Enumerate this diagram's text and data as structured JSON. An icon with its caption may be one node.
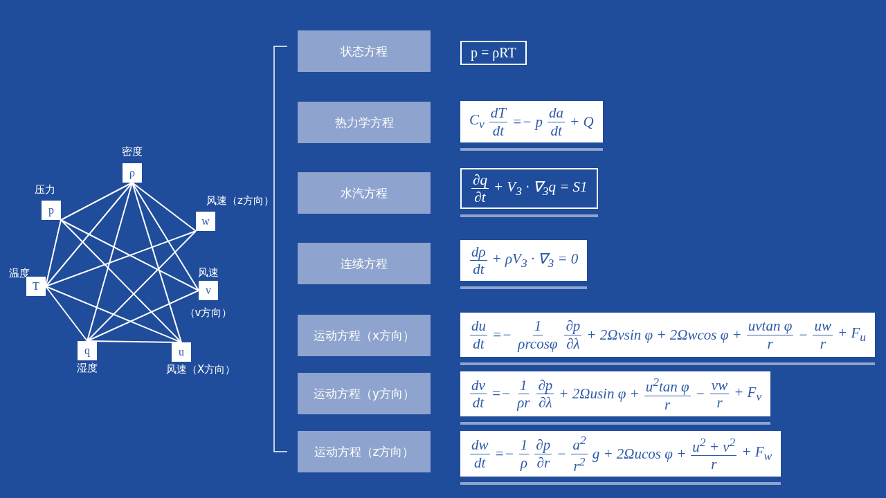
{
  "diagram": {
    "nodes": [
      {
        "text": [
          "状态方程"
        ]
      },
      {
        "text": [
          "热力学方程"
        ]
      },
      {
        "text": [
          "水汽方程"
        ]
      },
      {
        "text": [
          "连续方程"
        ]
      },
      {
        "text": [
          "运动方程（x方向）"
        ]
      },
      {
        "text": [
          "运动方程（y方向）"
        ]
      },
      {
        "text": [
          "运动方程（z方向）"
        ]
      },
      {
        "text": [
          "p = ρRT"
        ]
      },
      {
        "text": [
          "C$_{v}$",
          "dT",
          "dt",
          "=− p",
          "da",
          "dt",
          "+ Q"
        ]
      },
      {
        "text": [
          "∂q",
          "∂t",
          "+ V$_{3}$ · ∇$_{3}$q = S1"
        ]
      },
      {
        "text": [
          "dρ",
          "dt",
          "+ ρV$_{3}$ · ∇$_{3}$ = 0"
        ]
      },
      {
        "text": [
          "du",
          "dt",
          "=−",
          "1",
          "ρrcosφ",
          "∂p",
          "∂λ",
          "+ 2Ωvsin φ + 2Ωwcos φ +",
          "uvtan φ",
          "r",
          "−",
          "uw",
          "r",
          "+ F$_{u}$"
        ]
      },
      {
        "text": [
          "dv",
          "dt",
          "=−",
          "1",
          "ρr",
          "∂p",
          "∂λ",
          "+ 2Ωusin φ +",
          "u$^{2}$tan φ",
          "r",
          "−",
          "vw",
          "r",
          "+ F$_{v}$"
        ]
      },
      {
        "text": [
          "dw",
          "dt",
          "=−",
          "1",
          "ρ",
          "∂p",
          "∂r",
          "−",
          "a$^{2}$",
          "r$^{2}$",
          "g + 2Ωucos φ +",
          "u$^{2}$ + v$^{2}$",
          "r",
          "+ F$_{w}$"
        ]
      },
      {
        "text": [
          "ρ"
        ],
        "beside": [
          "密度"
        ]
      },
      {
        "text": [
          "p"
        ],
        "beside": [
          "压力"
        ]
      },
      {
        "text": [
          "w"
        ],
        "beside": [
          "风速（z方向）"
        ]
      },
      {
        "text": [
          "T"
        ],
        "beside": [
          "温度"
        ]
      },
      {
        "text": [
          "v"
        ],
        "beside": [
          "风速",
          "（v方向）"
        ]
      },
      {
        "text": [
          "q"
        ],
        "beside": [
          "湿度"
        ]
      },
      {
        "text": [
          "u"
        ],
        "beside": [
          "风速（X方向）"
        ]
      }
    ],
    "edges": [
      {
        "from": 14,
        "to": 15,
        "arrow": "none"
      },
      {
        "from": 14,
        "to": 16,
        "arrow": "none"
      },
      {
        "from": 14,
        "to": 17,
        "arrow": "none"
      },
      {
        "from": 14,
        "to": 19,
        "arrow": "none"
      },
      {
        "from": 14,
        "to": 20,
        "arrow": "none"
      },
      {
        "from": 14,
        "to": 18,
        "arrow": "none"
      },
      {
        "from": 15,
        "to": 17,
        "arrow": "none"
      },
      {
        "from": 15,
        "to": 18,
        "arrow": "none"
      },
      {
        "from": 15,
        "to": 20,
        "arrow": "none"
      },
      {
        "from": 16,
        "to": 17,
        "arrow": "none"
      },
      {
        "from": 16,
        "to": 19,
        "arrow": "none"
      },
      {
        "from": 17,
        "to": 19,
        "arrow": "none"
      },
      {
        "from": 17,
        "to": 20,
        "arrow": "none"
      },
      {
        "from": 18,
        "to": 19,
        "arrow": "none"
      },
      {
        "from": 19,
        "to": 20,
        "arrow": "none"
      }
    ]
  }
}
